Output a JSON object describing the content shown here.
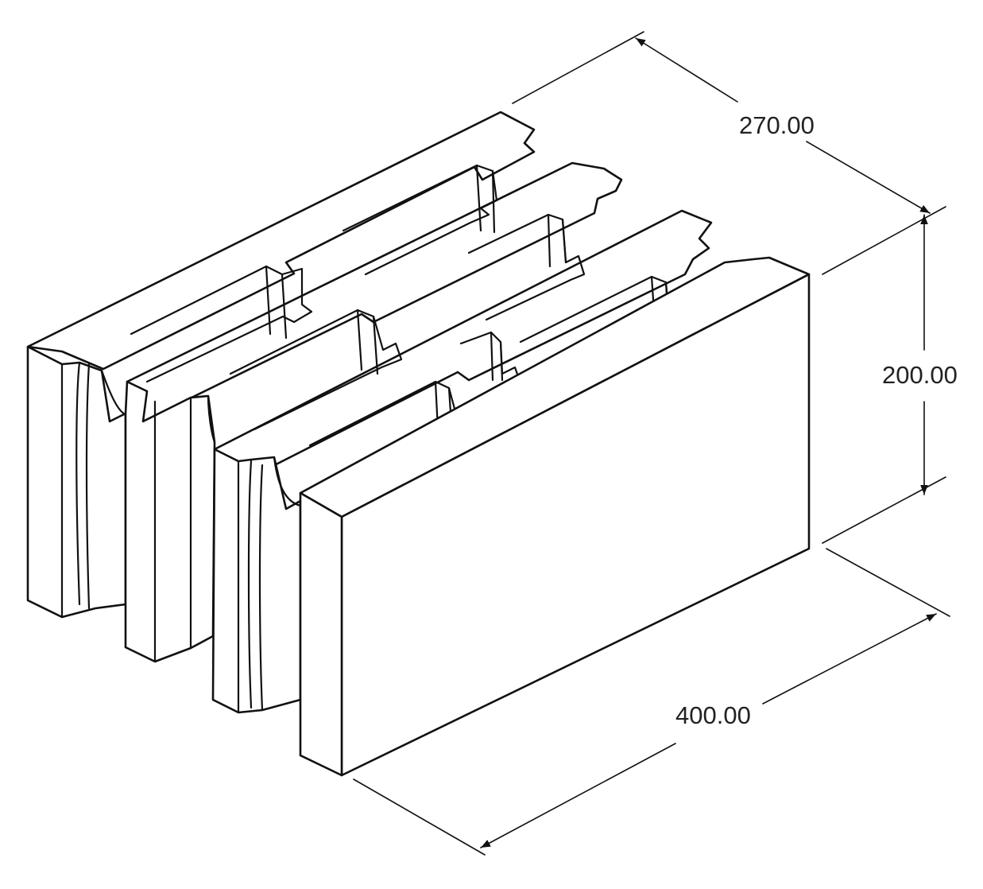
{
  "dimensions": {
    "depth_label": "270.00",
    "height_label": "200.00",
    "length_label": "400.00"
  }
}
